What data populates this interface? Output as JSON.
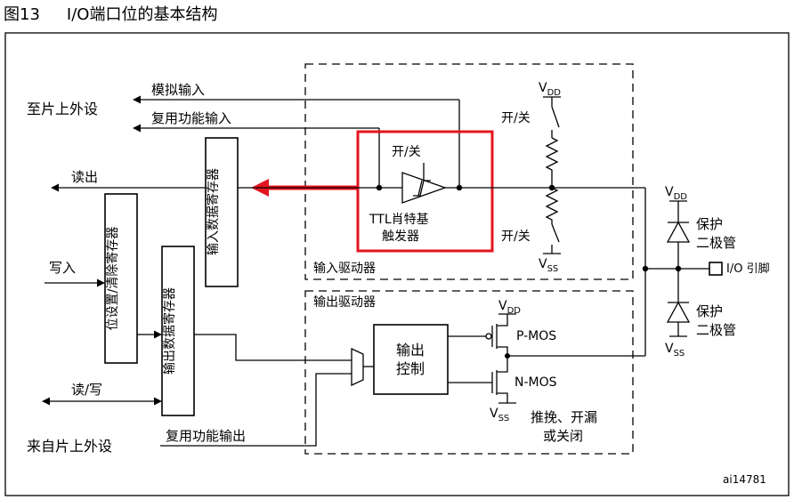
{
  "figure": {
    "number": "图13",
    "title": "I/O端口位的基本结构"
  },
  "labels": {
    "to_peripheral": "至片上外设",
    "from_peripheral": "来自片上外设",
    "analog_input": "模拟输入",
    "alt_func_input": "复用功能输入",
    "read_out": "读出",
    "write_in": "写入",
    "read_write": "读/写",
    "alt_func_output": "复用功能输出",
    "input_data_reg": "输入数据寄存器",
    "bit_set_reset_reg": "位设置/清除寄存器",
    "output_data_reg": "输出数据寄存器",
    "switch": "开/关",
    "schmitt_line1": "TTL肖特基",
    "schmitt_line2": "触发器",
    "input_driver": "输入驱动器",
    "output_driver": "输出驱动器",
    "output_control_line1": "输出",
    "output_control_line2": "控制",
    "pmos": "P-MOS",
    "nmos": "N-MOS",
    "mode_line1": "推挽、开漏",
    "mode_line2": "或关闭",
    "protect_line1": "保护",
    "protect_line2": "二极管",
    "io_pin": "I/O 引脚",
    "figure_id": "ai14781"
  },
  "supply": {
    "vdd_sub": "DD",
    "vss_sub": "SS",
    "v_prefix": "V"
  },
  "colors": {
    "highlight": "#e3151f",
    "line": "#000000"
  }
}
